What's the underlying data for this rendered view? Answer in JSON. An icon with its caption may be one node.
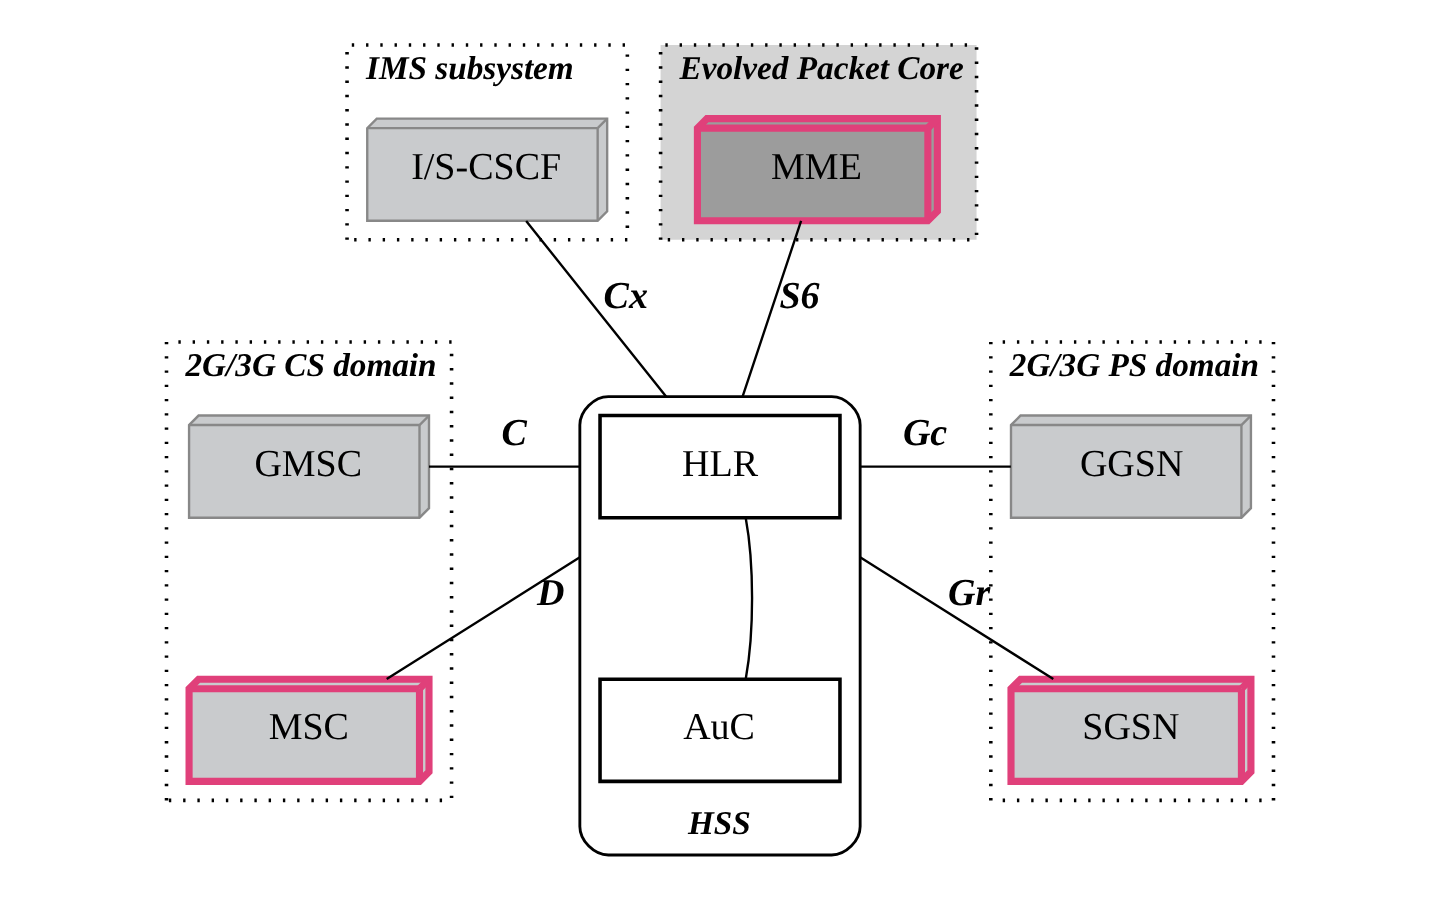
{
  "diagram": {
    "nodes": [
      {
        "text": [
          "IMS subsystem"
        ]
      },
      {
        "text": [
          "I/S-CSCF"
        ],
        "in": 0
      },
      {
        "text": [
          "Evolved Packet Core"
        ]
      },
      {
        "text": [
          "MME"
        ],
        "in": 2
      },
      {
        "text": [
          "2G/3G CS domain"
        ]
      },
      {
        "text": [
          "GMSC"
        ],
        "in": 4
      },
      {
        "text": [
          "MSC"
        ],
        "in": 4
      },
      {
        "text": [
          "HSS"
        ]
      },
      {
        "text": [
          "HLR"
        ],
        "in": 7
      },
      {
        "text": [
          "AuC"
        ],
        "in": 7
      },
      {
        "text": [
          "2G/3G PS domain"
        ]
      },
      {
        "text": [
          "GGSN"
        ],
        "in": 10
      },
      {
        "text": [
          "SGSN"
        ],
        "in": 10
      }
    ],
    "edges": [
      {
        "from": 1,
        "to": 7,
        "arrow": "none",
        "label": "Cx"
      },
      {
        "from": 3,
        "to": 7,
        "arrow": "none",
        "label": "S6"
      },
      {
        "from": 5,
        "to": 7,
        "arrow": "none",
        "label": "C"
      },
      {
        "from": 6,
        "to": 7,
        "arrow": "none",
        "label": "D"
      },
      {
        "from": 7,
        "to": 11,
        "arrow": "none",
        "label": "Gc"
      },
      {
        "from": 7,
        "to": 12,
        "arrow": "none",
        "label": "Gr"
      },
      {
        "from": 8,
        "to": 9,
        "arrow": "none"
      }
    ]
  }
}
